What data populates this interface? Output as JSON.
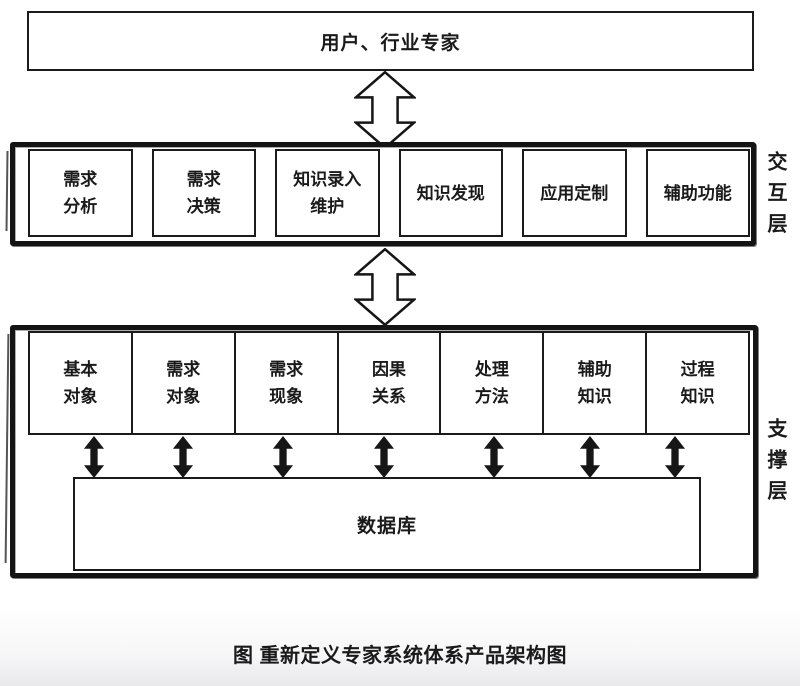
{
  "diagram": {
    "top_box": {
      "label": "用户、行业专家"
    },
    "interaction_layer": {
      "label": "交互层",
      "boxes": [
        {
          "lines": [
            "需求",
            "分析"
          ]
        },
        {
          "lines": [
            "需求",
            "决策"
          ]
        },
        {
          "lines": [
            "知识录入",
            "维护"
          ]
        },
        {
          "lines": [
            "知识发现"
          ]
        },
        {
          "lines": [
            "应用定制"
          ]
        },
        {
          "lines": [
            "辅助功能"
          ]
        }
      ]
    },
    "support_layer": {
      "label": "支撑层",
      "boxes": [
        {
          "lines": [
            "基本",
            "对象"
          ]
        },
        {
          "lines": [
            "需求",
            "对象"
          ]
        },
        {
          "lines": [
            "需求",
            "现象"
          ]
        },
        {
          "lines": [
            "因果",
            "关系"
          ]
        },
        {
          "lines": [
            "处理",
            "方法"
          ]
        },
        {
          "lines": [
            "辅助",
            "知识"
          ]
        },
        {
          "lines": [
            "过程",
            "知识"
          ]
        }
      ],
      "database": {
        "label": "数据库"
      }
    },
    "caption": "图 重新定义专家系统体系产品架构图",
    "icons": {
      "layer_link": "hollow-double-vertical-arrow",
      "database_link": "solid-double-vertical-arrow"
    },
    "colors": {
      "ink": "#1a1a1a",
      "paper": "#ffffff",
      "page_fade": "#e9e9eb"
    }
  }
}
